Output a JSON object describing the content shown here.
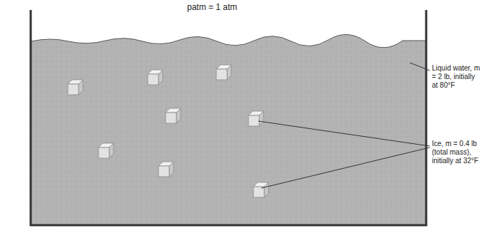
{
  "diagram": {
    "labels": [
      "patm = 1 atm",
      "Liquid water, m = 2 lb, initially at 80°F",
      "Ice, m = 0.4 lb (total mass), initially at 32°F"
    ]
  }
}
